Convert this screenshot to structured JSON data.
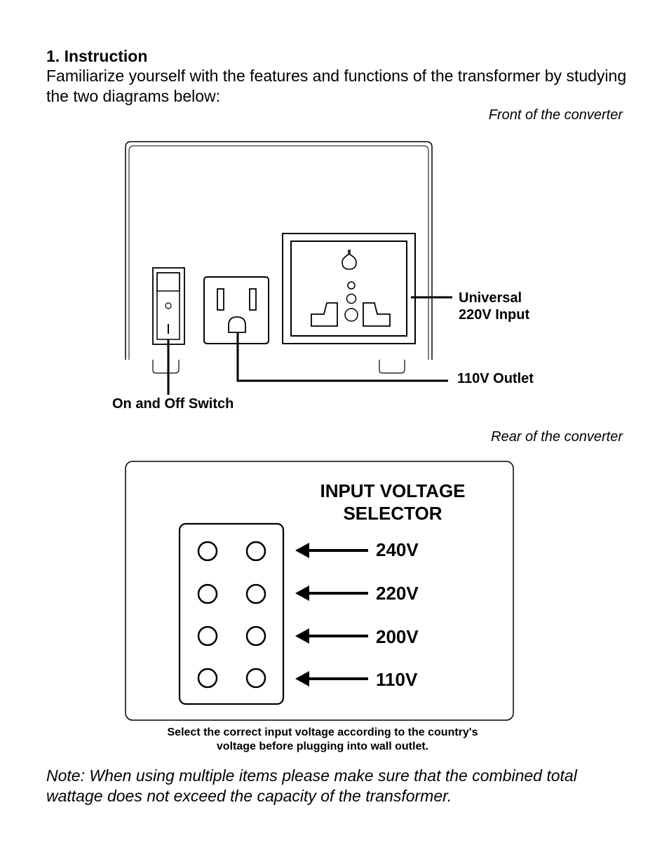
{
  "section": {
    "heading": "1. Instruction",
    "intro": "Familiarize yourself with the features and functions of the transformer by studying the two diagrams below:"
  },
  "front_diagram": {
    "caption": "Front of the converter",
    "labels": {
      "universal_input": "Universal\n220V Input",
      "outlet": "110V Outlet",
      "switch": "On and Off Switch"
    }
  },
  "rear_diagram": {
    "caption": "Rear of the converter",
    "selector_title": "INPUT VOLTAGE\nSELECTOR",
    "voltages": [
      "240V",
      "220V",
      "200V",
      "110V"
    ],
    "instruction": "Select the correct input voltage according to the country's voltage before plugging into wall outlet."
  },
  "note": "Note: When using multiple items please make sure that the combined total wattage does not exceed the capacity of the transformer."
}
